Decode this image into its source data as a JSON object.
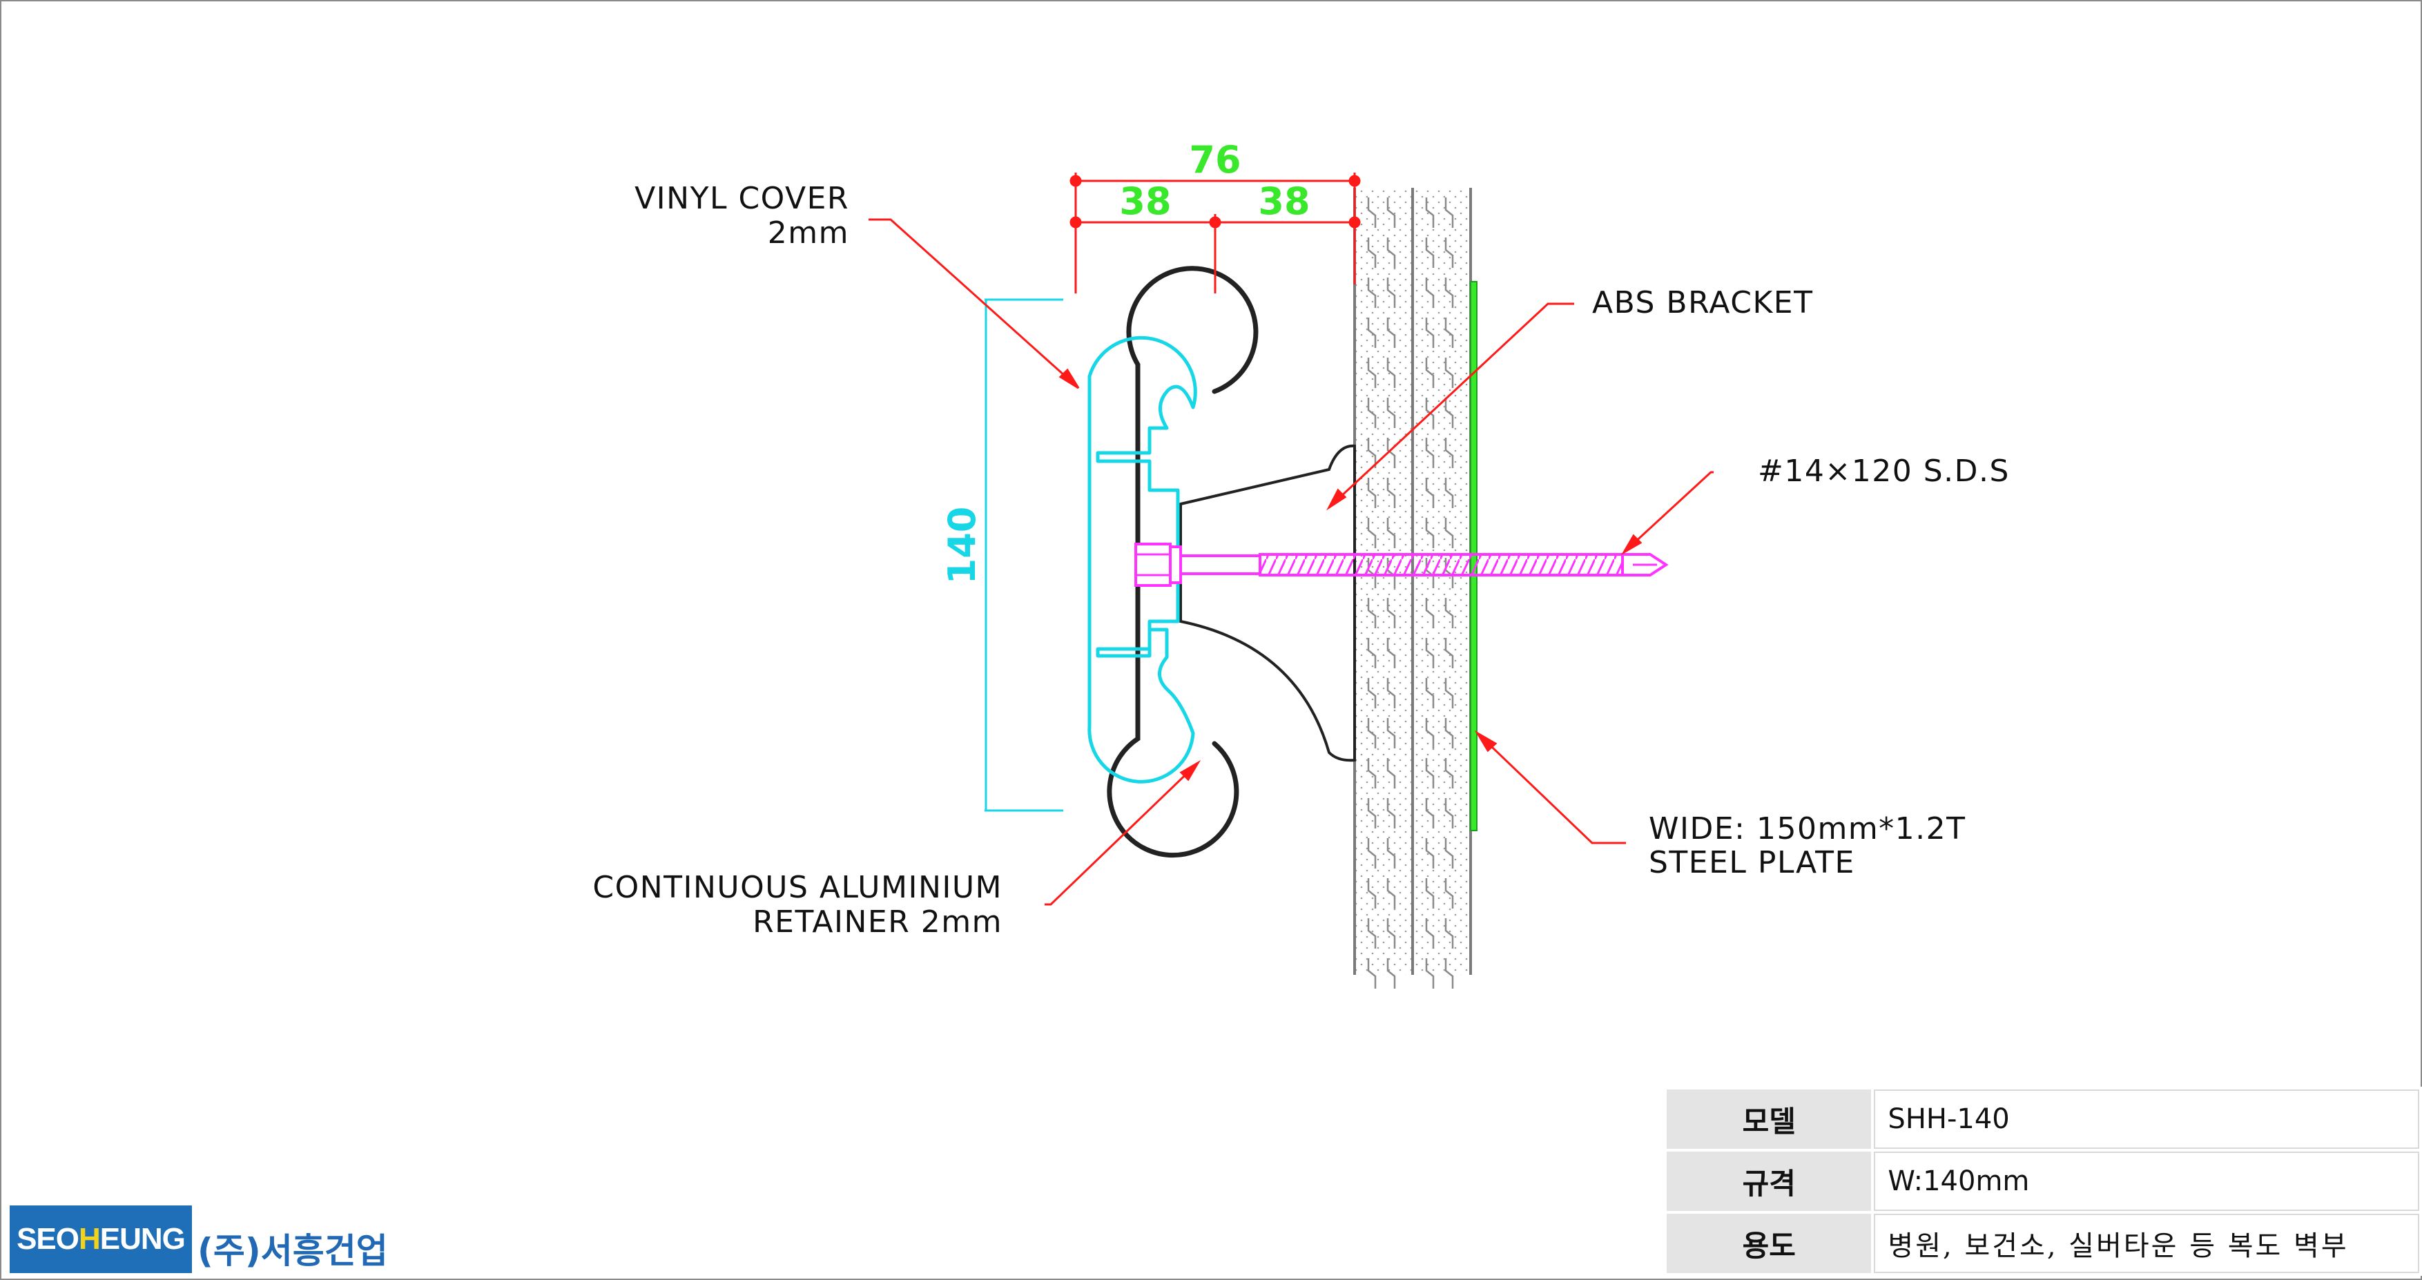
{
  "labels": {
    "vinyl_cover_1": "VINYL COVER",
    "vinyl_cover_2": "2mm",
    "abs_bracket": "ABS BRACKET",
    "screw": "#14×120 S.D.S",
    "steel_plate_1": "WIDE: 150mm*1.2T",
    "steel_plate_2": "STEEL PLATE",
    "retainer_1": "CONTINUOUS ALUMINIUM",
    "retainer_2": "RETAINER 2mm"
  },
  "dimensions": {
    "total_depth": "76",
    "half_left": "38",
    "half_right": "38",
    "height": "140"
  },
  "spec_table": [
    {
      "key": "모델",
      "value": "SHH-140"
    },
    {
      "key": "규격",
      "value": "W:140mm"
    },
    {
      "key": "용도",
      "value": "병원, 보건소, 실버타운 등 복도 벽부"
    }
  ],
  "logo": {
    "part1": "SEO",
    "part2": "H",
    "part3": "EUNG"
  },
  "company_name": "(주)서흥건업",
  "colors": {
    "leader": "#ff1a1a",
    "dimension_green": "#39e82a",
    "dimension_cyan": "#17d7e6",
    "screw": "#ff33ff",
    "retainer": "#17d7e6",
    "steel_plate": "#39e82a",
    "brand_blue": "#1e6fb8"
  }
}
